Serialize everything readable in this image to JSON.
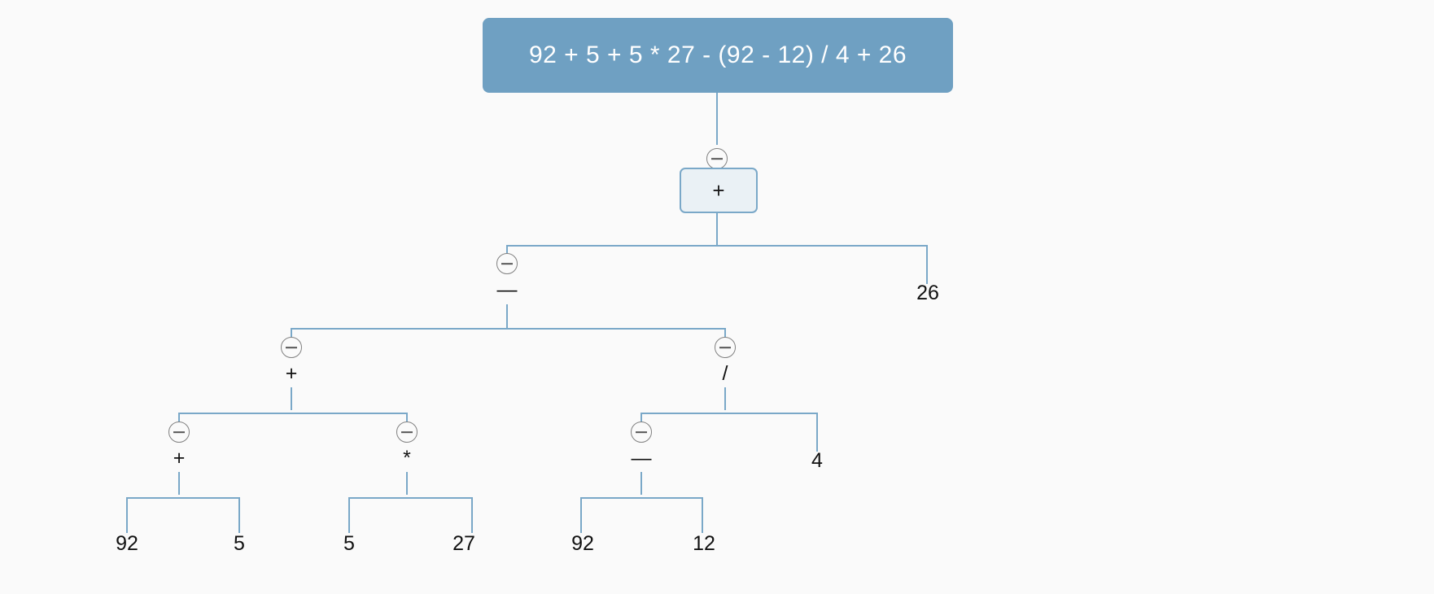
{
  "diagram": {
    "title": "expression-parse-tree",
    "background_color": "#fafafa",
    "accent_color": "#6fa0c2",
    "line_color": "#7aa8c8",
    "node_fill_color": "#eaf1f5",
    "root_expression": "92 + 5 + 5 * 27 - (92 - 12) / 4 + 26",
    "toggle_icon": "collapse-minus-icon",
    "levels": [
      {
        "level": 0,
        "nodes": [
          {
            "id": "root",
            "label": "92 + 5 + 5 * 27 - (92 - 12) / 4 + 26",
            "kind": "expression-banner"
          }
        ]
      },
      {
        "level": 1,
        "nodes": [
          {
            "id": "n1",
            "label": "+",
            "kind": "operator-box",
            "collapsible": true
          }
        ]
      },
      {
        "level": 2,
        "nodes": [
          {
            "id": "n2",
            "label": "—",
            "kind": "operator",
            "collapsible": true
          },
          {
            "id": "n3",
            "label": "26",
            "kind": "leaf",
            "collapsible": false
          }
        ]
      },
      {
        "level": 3,
        "nodes": [
          {
            "id": "n4",
            "label": "+",
            "kind": "operator",
            "collapsible": true
          },
          {
            "id": "n5",
            "label": "/",
            "kind": "operator",
            "collapsible": true
          }
        ]
      },
      {
        "level": 4,
        "nodes": [
          {
            "id": "n6",
            "label": "+",
            "kind": "operator",
            "collapsible": true
          },
          {
            "id": "n7",
            "label": "*",
            "kind": "operator",
            "collapsible": true
          },
          {
            "id": "n8",
            "label": "—",
            "kind": "operator",
            "collapsible": true
          },
          {
            "id": "n9",
            "label": "4",
            "kind": "leaf",
            "collapsible": false
          }
        ]
      },
      {
        "level": 5,
        "nodes": [
          {
            "id": "l1",
            "label": "92",
            "kind": "leaf",
            "collapsible": false
          },
          {
            "id": "l2",
            "label": "5",
            "kind": "leaf",
            "collapsible": false
          },
          {
            "id": "l3",
            "label": "5",
            "kind": "leaf",
            "collapsible": false
          },
          {
            "id": "l4",
            "label": "27",
            "kind": "leaf",
            "collapsible": false
          },
          {
            "id": "l5",
            "label": "92",
            "kind": "leaf",
            "collapsible": false
          },
          {
            "id": "l6",
            "label": "12",
            "kind": "leaf",
            "collapsible": false
          }
        ]
      }
    ]
  }
}
